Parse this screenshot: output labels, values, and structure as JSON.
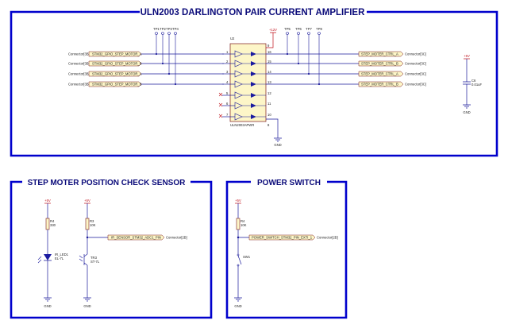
{
  "titles": {
    "uln": "ULN2003 DARLINGTON PAIR CURRENT AMPLIFIER",
    "sensor": "STEP MOTER POSITION CHECK SENSOR",
    "power": "POWER SWITCH"
  },
  "uln_block": {
    "designator": "U2",
    "part": "ULN2003APWR",
    "vcc": "+12V",
    "gnd": "GND",
    "left_pins": [
      "1",
      "2",
      "3",
      "4",
      "5",
      "6",
      "7"
    ],
    "right_pins": [
      "16",
      "15",
      "14",
      "13",
      "12",
      "11",
      "10"
    ],
    "top_pin": "9",
    "bottom_pin": "8",
    "inputs": [
      {
        "connector": "Connector[3B]",
        "net": "STM32_GPIO_STEP_MOTOR_A"
      },
      {
        "connector": "Connector[3B]",
        "net": "STM32_GPIO_STEP_MOTOR_B"
      },
      {
        "connector": "Connector[3B]",
        "net": "STM32_GPIO_STEP_MOTOR_A"
      },
      {
        "connector": "Connector[3B]",
        "net": "STM32_GPIO_STEP_MOTOR_B"
      }
    ],
    "outputs": [
      {
        "net": "STEP_MOTER_CTRL_A",
        "connector": "Connector[3C]"
      },
      {
        "net": "STEP_MOTER_CTRL_B",
        "connector": "Connector[3C]"
      },
      {
        "net": "STEP_MOTER_CTRL_A",
        "connector": "Connector[3C]"
      },
      {
        "net": "STEP_MOTER_CTRL_B",
        "connector": "Connector[3C]"
      }
    ],
    "test_points_left": [
      "TP1",
      "TP2",
      "TP3",
      "TP4"
    ],
    "test_points_right": [
      "TP5",
      "TP6",
      "TP7",
      "TP8"
    ]
  },
  "decoupling": {
    "vcc": "+5V",
    "cap": "C6",
    "value": "0.01uF",
    "gnd": "GND"
  },
  "sensor": {
    "vcc1": "+5V",
    "r1": "R4",
    "r1v": "330",
    "vcc2": "+5V",
    "r2": "R3",
    "r2v": "10K",
    "led": "IR_LED1",
    "led_part": "EL-7L",
    "tr": "TR3",
    "tr_part": "ST-7L",
    "net": "IR_SENSOR_STM32_ADC1_PIN",
    "connector": "Connector[2B]",
    "gnd1": "GND",
    "gnd2": "GND"
  },
  "power": {
    "vcc": "+5V",
    "r": "R4",
    "rv": "10K",
    "net": "POWER_SWITCH_STM32_PIN_EXTI_1",
    "connector": "Connector[2B]",
    "sw": "SW1",
    "gnd": "GND"
  }
}
